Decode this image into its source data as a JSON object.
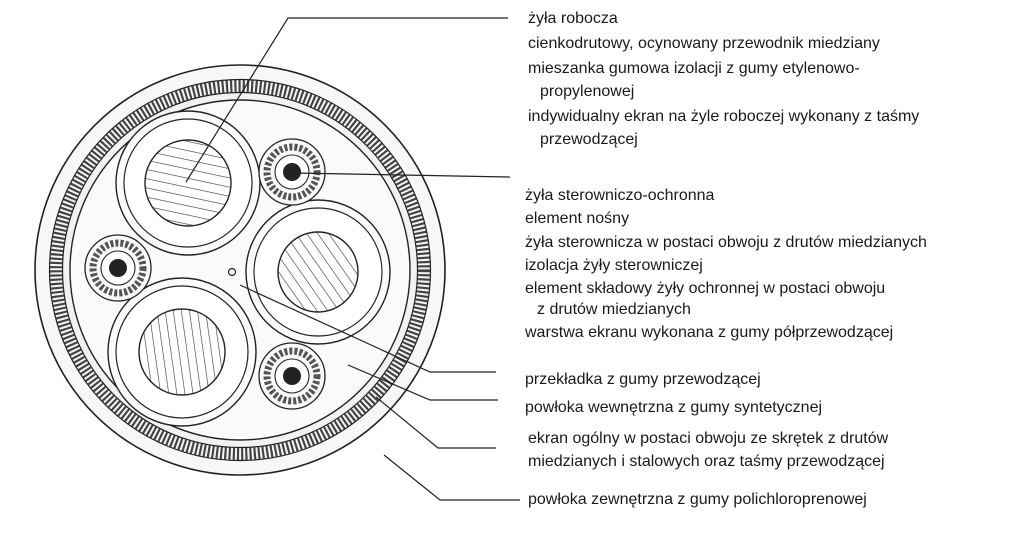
{
  "labels": {
    "zyla_robocza": "żyła robocza",
    "przewodnik": "cienkodrutowy, ocynowany przewodnik miedziany",
    "izolacja_1": "mieszanka gumowa izolacji z gumy etylenowo-",
    "izolacja_2": "propylenowej",
    "ekran_ind_1": "indywidualny ekran na żyle roboczej wykonany z taśmy",
    "ekran_ind_2": "przewodzącej",
    "sterowniczo_ochronna": "żyła sterowniczo-ochronna",
    "element_nosny": "element nośny",
    "zyla_sterownicza": "żyła sterownicza w postaci obwoju z drutów miedzianych",
    "izolacja_sterownicza": "izolacja żyły sterowniczej",
    "ochronna_1": "element składowy żyły ochronnej w postaci obwoju",
    "ochronna_2": "z drutów miedzianych",
    "warstwa_ekranu": "warstwa ekranu wykonana z gumy półprzewodzącej",
    "przekladka": "przekładka z gumy przewodzącej",
    "powloka_wewn": "powłoka wewnętrzna z gumy syntetycznej",
    "ekran_ogolny_1": "ekran ogólny w postaci obwoju ze skrętek z drutów",
    "ekran_ogolny_2": "miedzianych i stalowych oraz taśmy przewodzącej",
    "powloka_zewn": "powłoka zewnętrzna z gumy polichloroprenowej"
  }
}
